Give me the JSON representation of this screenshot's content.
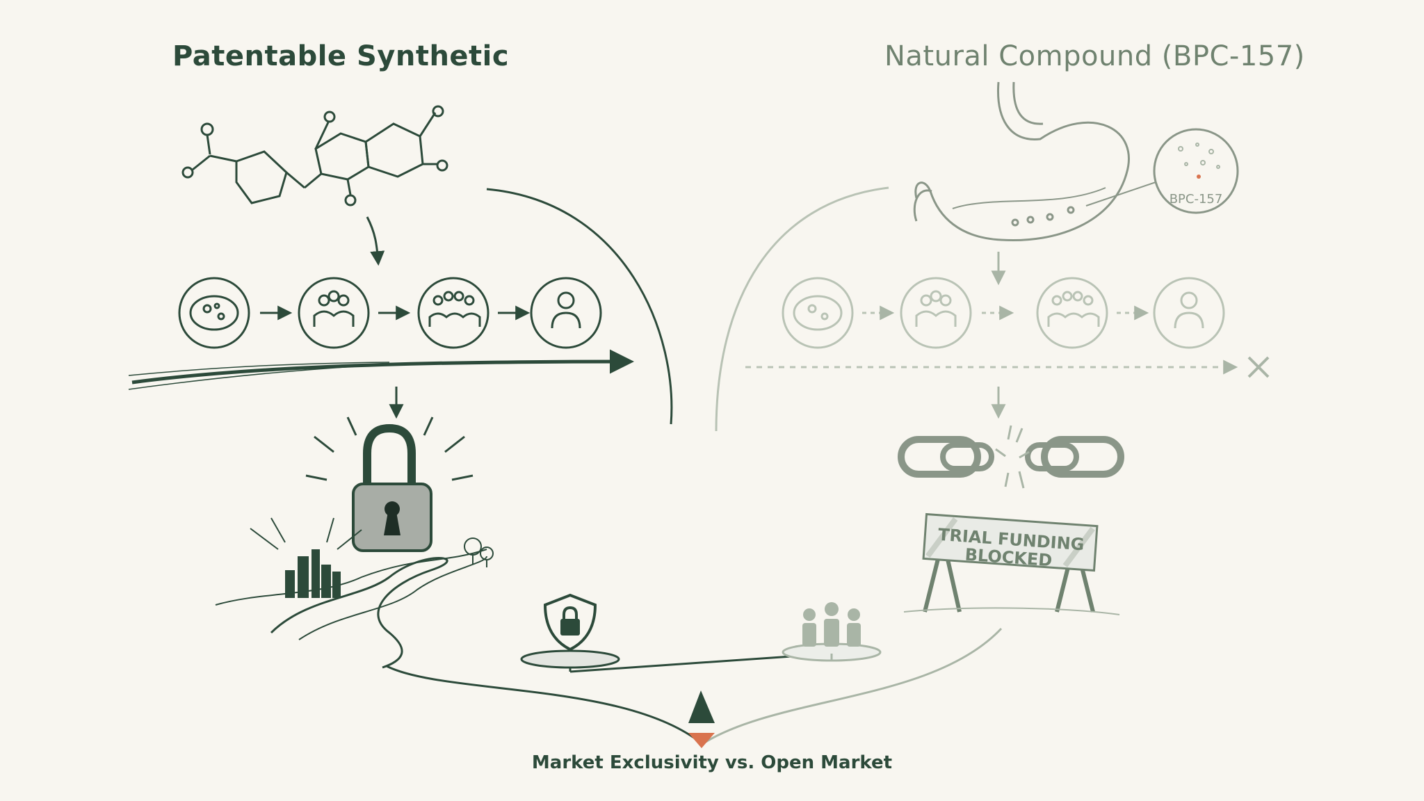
{
  "titles": {
    "left": "Patentable Synthetic",
    "right": "Natural Compound (BPC-157)"
  },
  "labels": {
    "bpc_bubble": "BPC-157",
    "sign_line1": "TRIAL FUNDING",
    "sign_line2": "BLOCKED",
    "caption": "Market Exclusivity vs. Open Market"
  },
  "colors": {
    "dark_green": "#2c4a3a",
    "muted_green": "#6f826f",
    "faded_green": "#a9b5a6",
    "accent_orange": "#d9734e",
    "background": "#f8f6f0"
  },
  "icons": {
    "left_pipeline": [
      "petri-dish-icon",
      "small-group-icon",
      "large-group-icon",
      "single-person-icon"
    ],
    "right_pipeline": [
      "petri-dish-icon",
      "small-group-icon",
      "large-group-icon",
      "single-person-icon"
    ],
    "left_outcome": "padlock-icon",
    "right_outcome": "broken-chain-icon",
    "scale_left": "shield-lock-icon",
    "scale_right": "people-icon",
    "right_terminal": "x-mark-icon"
  }
}
